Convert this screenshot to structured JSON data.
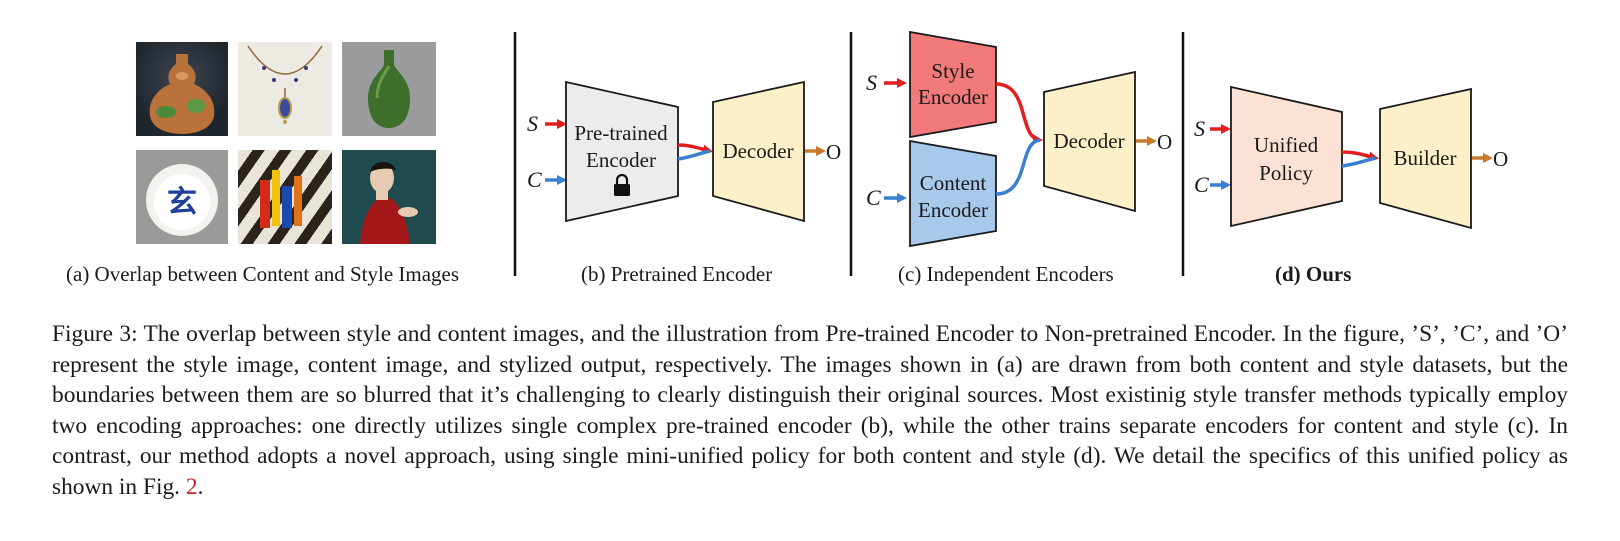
{
  "panels": {
    "a": {
      "label": "(a) Overlap between Content and Style Images"
    },
    "b": {
      "label": "(b) Pretrained Encoder",
      "encoder_line1": "Pre-trained",
      "encoder_line2": "Encoder",
      "decoder": "Decoder",
      "lock_icon": "lock-icon"
    },
    "c": {
      "label": "(c) Independent Encoders",
      "style_line1": "Style",
      "style_line2": "Encoder",
      "content_line1": "Content",
      "content_line2": "Encoder",
      "decoder": "Decoder"
    },
    "d": {
      "label": "(d) Ours",
      "policy_line1": "Unified",
      "policy_line2": "Policy",
      "builder": "Builder"
    }
  },
  "symbols": {
    "style": "S",
    "content": "C",
    "output": "O"
  },
  "images": [
    "gourd-vase-photo",
    "pendant-necklace-photo",
    "green-bottle-photo",
    "bowl-with-character-photo",
    "colored-glass-shadows-photo",
    "woman-in-red-painting"
  ],
  "colors": {
    "style_arrow": "#e02020",
    "content_arrow": "#3a7fd0",
    "output_arrow": "#c87a2a",
    "pretrained_fill": "#ececec",
    "decoder_fill": "#fdf0c8",
    "style_fill": "#f27a7a",
    "content_fill": "#a8c8ec",
    "policy_fill": "#fbe2d4",
    "fig_ref": "#d42020"
  },
  "caption": {
    "text_before": "Figure 3: The overlap between style and content images, and the illustration from Pre-trained Encoder to Non-pretrained Encoder. In the figure, ’S’, ’C’, and ’O’ represent the style image, content image, and stylized output, respectively. The images shown in (a) are drawn from both content and style datasets, but the boundaries between them are so blurred that it’s challenging to clearly distinguish their original sources. Most existinig style transfer methods typically employ two encoding approaches: one directly utilizes single complex pre-trained encoder (b), while the other trains separate encoders for content and style (c). In contrast, our method adopts a novel approach, using single mini-unified policy for both content and style (d). We detail the specifics of this unified policy as shown in Fig. ",
    "fig_ref": "2",
    "text_after": "."
  }
}
